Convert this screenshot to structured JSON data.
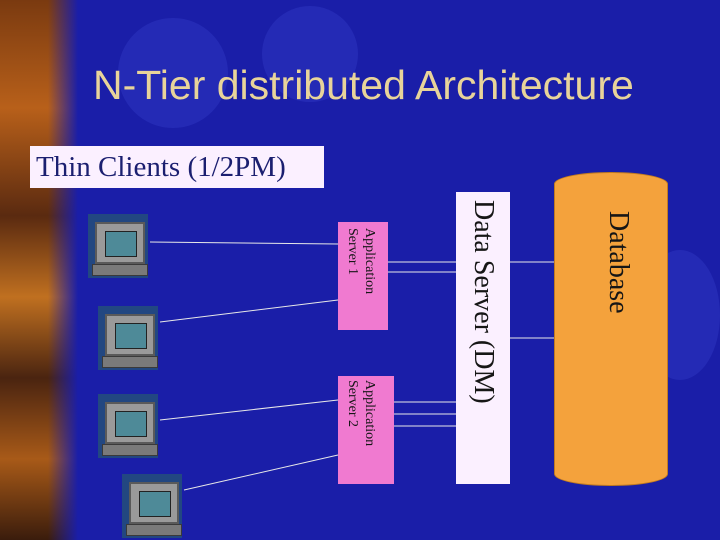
{
  "title": "N-Tier distributed Architecture",
  "subtitle": "Thin Clients (1/2PM)",
  "app_server_1": {
    "line1": "Application",
    "line2": "Server 1"
  },
  "app_server_2": {
    "line1": "Application",
    "line2": "Server 2"
  },
  "data_server": "Data Server (DM)",
  "database": "Database",
  "colors": {
    "background": "#1a1ea8",
    "title": "#e8d49a",
    "app_server": "#f07ad0",
    "database": "#f4a23c",
    "data_server": "#fbf0ff"
  },
  "clients": [
    {
      "icon": "computer-icon"
    },
    {
      "icon": "computer-icon"
    },
    {
      "icon": "computer-icon"
    },
    {
      "icon": "computer-icon"
    }
  ]
}
